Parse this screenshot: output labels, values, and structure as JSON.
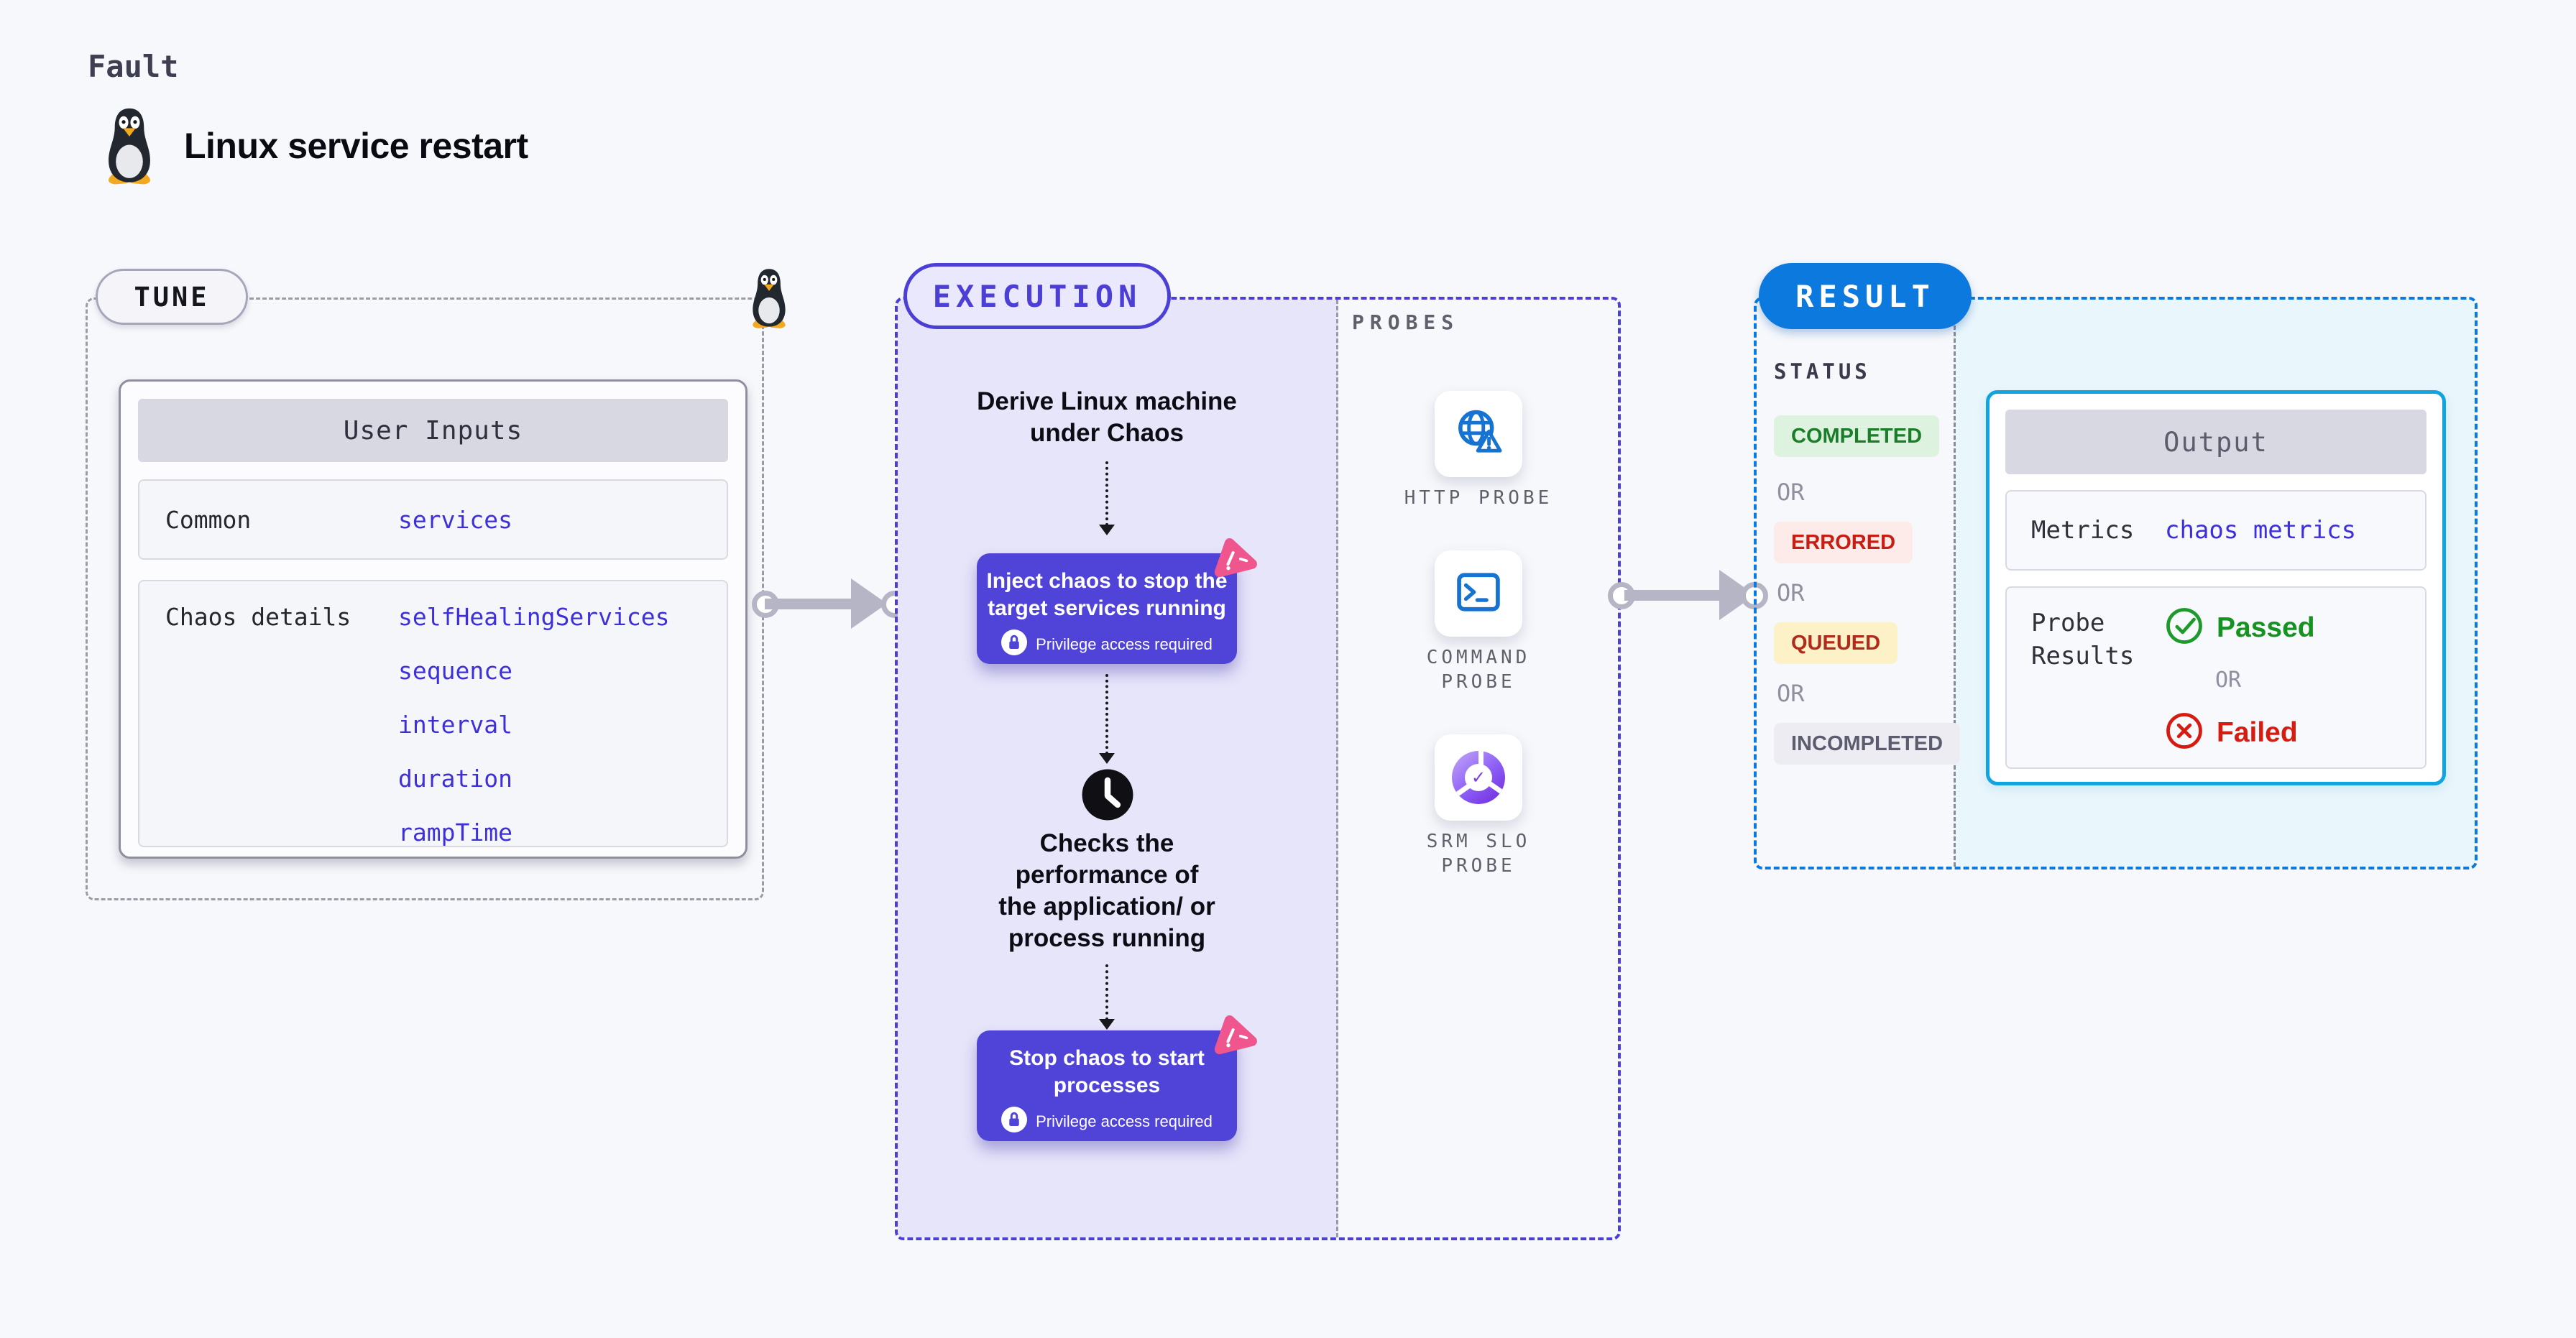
{
  "page": {
    "kicker": "Fault",
    "title": "Linux service restart"
  },
  "tune": {
    "label": "TUNE",
    "user_inputs": {
      "title": "User Inputs",
      "rows": [
        {
          "label": "Common",
          "values": [
            "services"
          ]
        },
        {
          "label": "Chaos details",
          "values": [
            "selfHealingServices",
            "sequence",
            "interval",
            "duration",
            "rampTime"
          ]
        }
      ]
    }
  },
  "execution": {
    "label": "EXECUTION",
    "derive": {
      "lines": [
        "Derive Linux machine",
        "under Chaos"
      ]
    },
    "inject": {
      "lines": [
        "Inject chaos to stop the",
        "target services running"
      ],
      "privilege": "Privilege access required"
    },
    "check": {
      "lines": [
        "Checks the",
        "performance of",
        "the application/ or",
        "process running"
      ]
    },
    "stop": {
      "lines": [
        "Stop chaos to start",
        "processes"
      ],
      "privilege": "Privilege access required"
    }
  },
  "probes": {
    "label": "PROBES",
    "items": [
      {
        "name": "HTTP PROBE",
        "icon": "globe-alert-icon",
        "lines": [
          "HTTP PROBE"
        ]
      },
      {
        "name": "COMMAND PROBE",
        "icon": "terminal-icon",
        "lines": [
          "COMMAND",
          "PROBE"
        ]
      },
      {
        "name": "SRM SLO PROBE",
        "icon": "slo-pie-icon",
        "lines": [
          "SRM SLO",
          "PROBE"
        ]
      }
    ]
  },
  "result": {
    "label": "RESULT",
    "status": {
      "title": "STATUS",
      "or": "OR",
      "items": [
        {
          "label": "COMPLETED",
          "style": "background:#def3df;color:#1b7c2a;"
        },
        {
          "label": "ERRORED",
          "style": "background:#fcebe9;color:#c81e12;"
        },
        {
          "label": "QUEUED",
          "style": "background:#fcf1c7;color:#b12b1d;"
        },
        {
          "label": "INCOMPLETED",
          "style": "background:#ececf2;color:#5c5c6e;"
        }
      ]
    },
    "output": {
      "title": "Output",
      "metrics_label": "Metrics",
      "metrics_value": "chaos metrics",
      "probe_results_label": "Probe Results",
      "passed": "Passed",
      "or": "OR",
      "failed": "Failed"
    }
  },
  "colors": {
    "page_bg": "#f7f8fb",
    "execution_accent": "#4b3fd6",
    "step_box_purple": "#4f43d8",
    "chaos_badge_pink": "#f0568e",
    "result_accent": "#0b79de",
    "output_border": "#10a4e0",
    "link_blue": "#3d30da",
    "arrow_gray": "#b5b5c5",
    "probe_icon_blue": "#1673d2",
    "passed_green": "#15921f",
    "failed_red": "#d61b10"
  }
}
